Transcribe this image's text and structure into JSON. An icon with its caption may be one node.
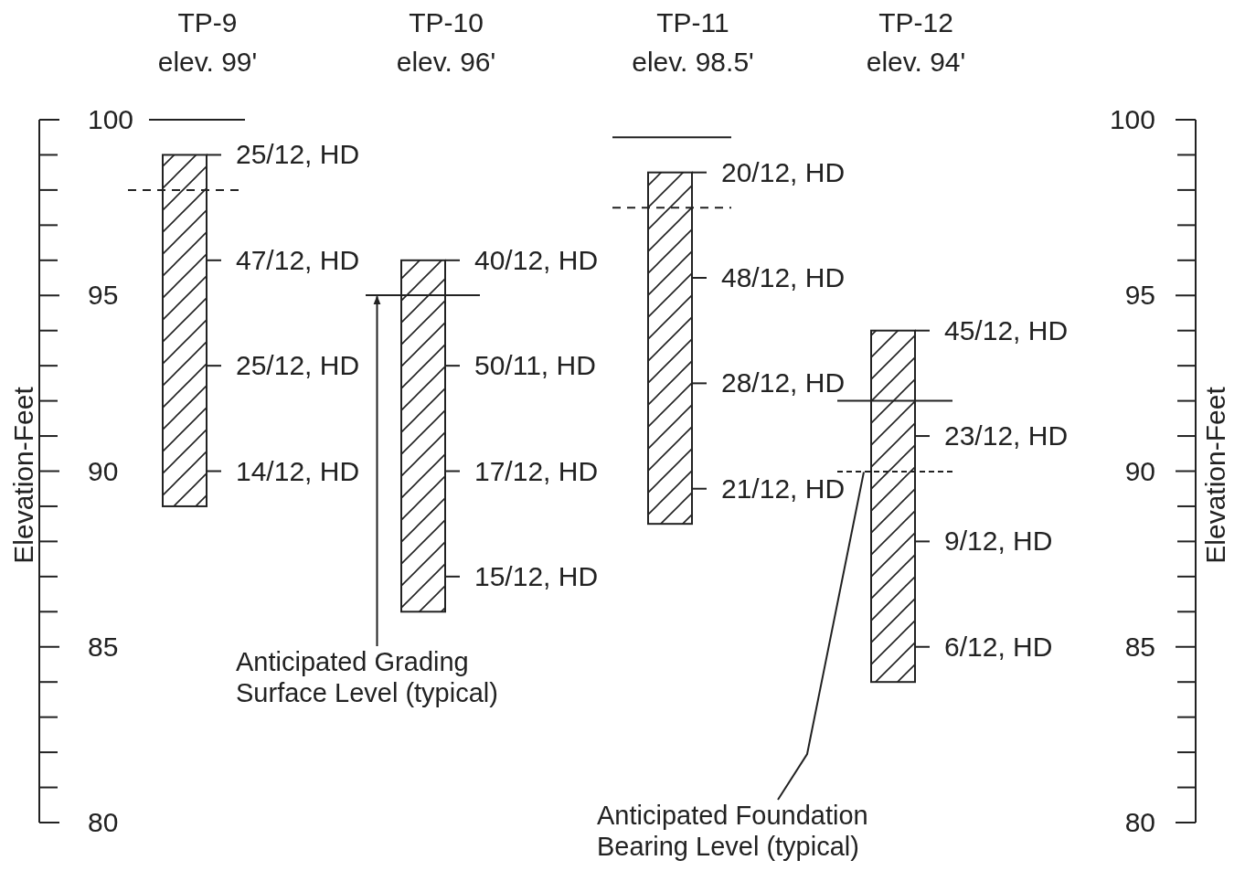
{
  "diagram": {
    "nodes": [
      {
        "text": [],
        "shape": "bar",
        "beside": [
          "TP-9",
          "elev. 99'",
          "25/12, HD",
          "47/12, HD",
          "25/12, HD",
          "14/12, HD"
        ]
      },
      {
        "text": [],
        "shape": "bar",
        "beside": [
          "TP-10",
          "elev. 96'",
          "40/12, HD",
          "50/11, HD",
          "17/12, HD",
          "15/12, HD"
        ]
      },
      {
        "text": [],
        "shape": "bar",
        "beside": [
          "TP-11",
          "elev. 98.5'",
          "20/12, HD",
          "48/12, HD",
          "28/12, HD",
          "21/12, HD"
        ]
      },
      {
        "text": [],
        "shape": "bar",
        "beside": [
          "TP-12",
          "elev. 94'",
          "45/12, HD",
          "23/12, HD",
          "9/12, HD",
          "6/12, HD"
        ]
      },
      {
        "text": [
          "Anticipated Grading Surface Level (typical)"
        ]
      },
      {
        "text": [],
        "shape": "line"
      },
      {
        "text": [
          "Anticipated Foundation Bearing Level (typical)"
        ]
      },
      {
        "text": [],
        "shape": "line"
      }
    ],
    "edges": [
      {
        "from": 4,
        "to": 5,
        "arrow": "to"
      },
      {
        "from": 6,
        "to": 7,
        "arrow": "none"
      }
    ],
    "labels": [
      "100",
      "95",
      "90",
      "85",
      "80",
      "Elevation-Feet",
      "100",
      "95",
      "90",
      "85",
      "80",
      "Elevation-Feet"
    ]
  }
}
